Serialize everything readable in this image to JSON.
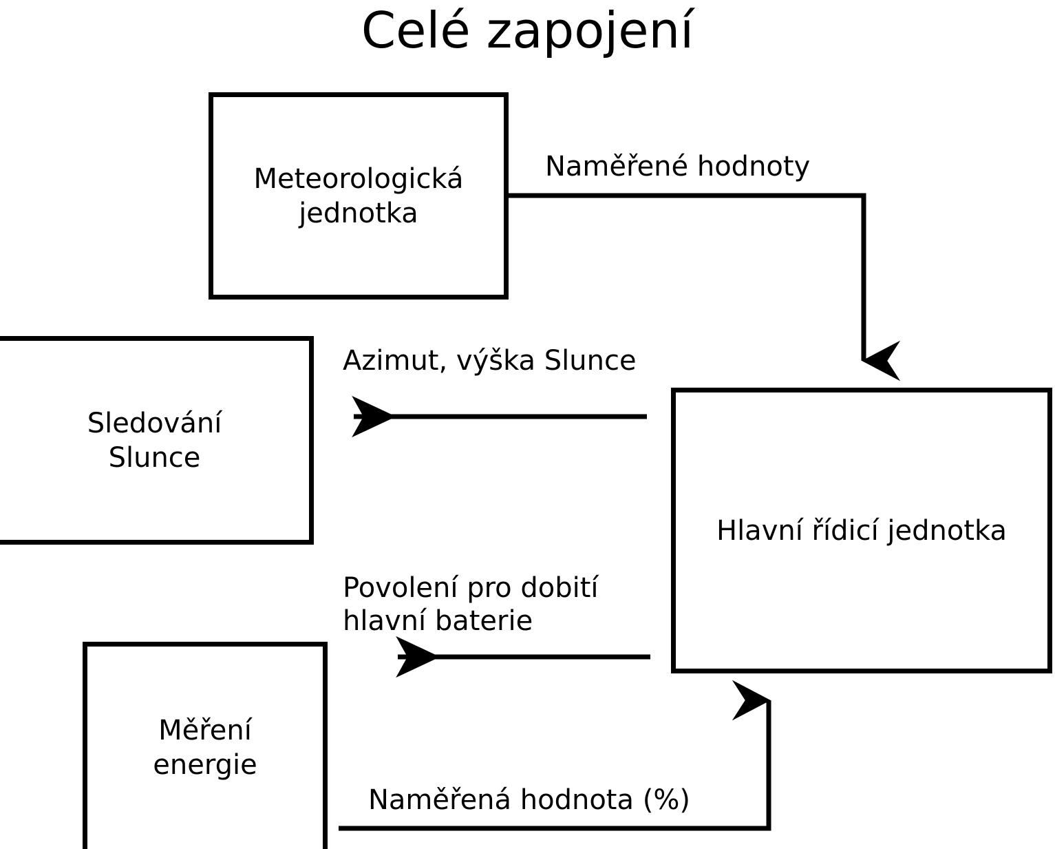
{
  "diagram": {
    "title": "Celé zapojení",
    "type": "block-diagram",
    "stroke_color": "#000000",
    "background_color": "#ffffff",
    "nodes": [
      {
        "id": "meteo",
        "label": "Meteorologická\njednotka"
      },
      {
        "id": "sun",
        "label": "Sledování\nSlunce"
      },
      {
        "id": "main",
        "label": "Hlavní řídicí jednotka"
      },
      {
        "id": "energy",
        "label": "Měření\nenergie"
      }
    ],
    "edges": [
      {
        "id": "measured-values",
        "label": "Naměřené hodnoty",
        "from": "meteo",
        "to": "main",
        "arrow": "down"
      },
      {
        "id": "azimuth",
        "label": "Azimut, výška Slunce",
        "from": "main",
        "to": "sun",
        "arrow": "left"
      },
      {
        "id": "charge-permit",
        "label": "Povolení pro dobití\nhlavní baterie",
        "from": "main",
        "to": "energy",
        "arrow": "left"
      },
      {
        "id": "measured-pct",
        "label": "Naměřená hodnota (%)",
        "from": "energy",
        "to": "main",
        "arrow": "up"
      }
    ]
  }
}
